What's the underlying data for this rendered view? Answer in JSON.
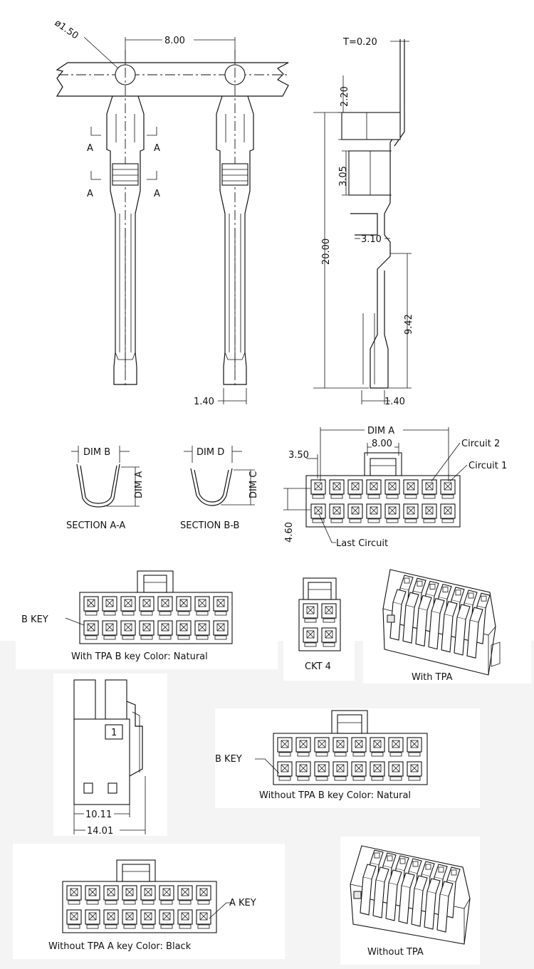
{
  "terminal_drawing": {
    "dim_hole_diameter": "ø1.50",
    "dim_pitch": "8.00",
    "section_marker": "A",
    "dim_thickness": "T=0.20",
    "dim_side_1": "2.20",
    "dim_side_2": "3.05",
    "dim_side_total": "20.00",
    "dim_side_3": "3.10",
    "dim_side_4": "9.42",
    "dim_tip_front": "1.40",
    "dim_tip_side": "1.40"
  },
  "sections": {
    "section_a": {
      "dim_width": "DIM B",
      "dim_height": "DIM A",
      "caption": "SECTION A-A"
    },
    "section_b": {
      "dim_width": "DIM D",
      "dim_height": "DIM C",
      "caption": "SECTION B-B"
    }
  },
  "housing_dims": {
    "dim_a": "DIM A",
    "pitch": "8.00",
    "offset": "3.50",
    "row_pitch": "4.60",
    "circuit_2": "Circuit 2",
    "circuit_1": "Circuit 1",
    "last_circuit": "Last Circuit"
  },
  "variants": {
    "with_tpa_bkey": {
      "key_label": "B KEY",
      "caption": "With  TPA   B key   Color: Natural"
    },
    "ckt4": {
      "caption": "CKT  4"
    },
    "iso_with_tpa": {
      "caption": "With  TPA"
    },
    "side_view": {
      "pin_label": "1",
      "dim_inner": "10.11",
      "dim_outer": "14.01"
    },
    "without_tpa_bkey": {
      "key_label": "B KEY",
      "caption": "Without  TPA    B  key    Color: Natural"
    },
    "without_tpa_akey": {
      "key_label": "A  KEY",
      "caption": "Without  TPA    A  key    Color: Black"
    },
    "iso_without_tpa": {
      "caption": "Without  TPA"
    }
  }
}
